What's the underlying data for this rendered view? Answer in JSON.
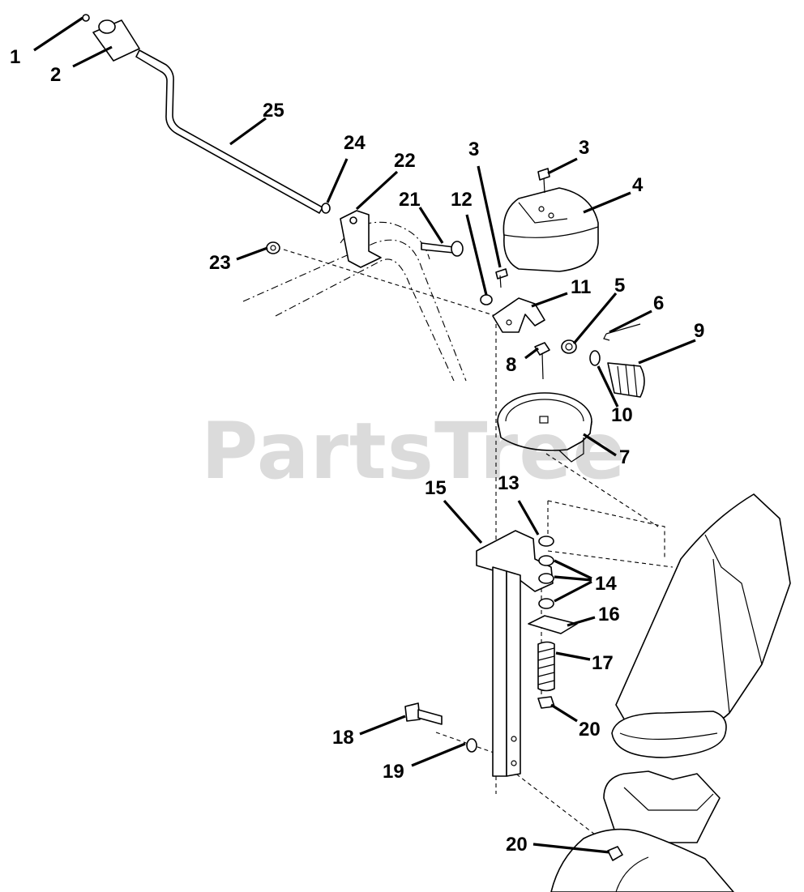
{
  "watermark": "PartsTree",
  "callouts": [
    "1",
    "2",
    "3",
    "3",
    "4",
    "5",
    "6",
    "7",
    "8",
    "9",
    "10",
    "11",
    "12",
    "13",
    "14",
    "15",
    "16",
    "17",
    "18",
    "19",
    "20",
    "20",
    "21",
    "22",
    "23",
    "24",
    "25"
  ]
}
